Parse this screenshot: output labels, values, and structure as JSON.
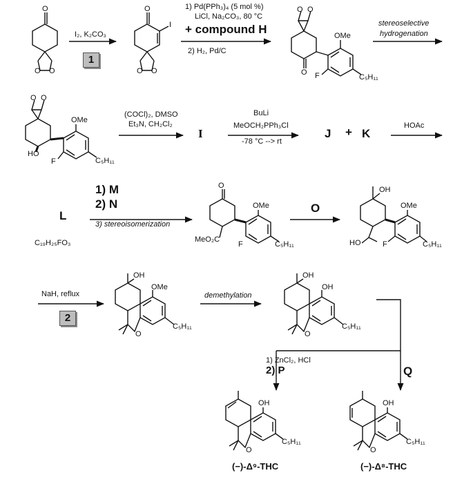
{
  "step1": {
    "reagents": "I₂, K₂CO₃",
    "box": "1"
  },
  "step2": {
    "line1": "1) Pd(PPh₃)₄ (5 mol %)",
    "line2": "LiCl, Na₂CO₃, 80 °C",
    "line3": "+ compound H",
    "line4": "2) H₂, Pd/C"
  },
  "step3": {
    "line1": "stereoselective",
    "line2": "hydrogenation"
  },
  "step4": {
    "line1": "(COCl)₂, DMSO",
    "line2": "Et₃N, CH₂Cl₂"
  },
  "step5": {
    "line1": "BuLi",
    "line2": "MeOCH₂PPh₃Cl",
    "line3": "-78 °C --> rt"
  },
  "step6": {
    "line1": "HOAc"
  },
  "step7": {
    "line1": "1) M",
    "line2": "2) N",
    "line3": "3) stereoisomerization"
  },
  "step8": {
    "line1": "O"
  },
  "step9": {
    "line1": "NaH, reflux",
    "box": "2"
  },
  "step10": {
    "line1": "demethylation"
  },
  "step11": {
    "line1": "1) ZnCl₂, HCl",
    "line2": "2) P"
  },
  "step12": {
    "line1": "Q"
  },
  "compounds": {
    "I": "I",
    "J": "J",
    "plus": "+",
    "K": "K",
    "L": "L",
    "L_formula": "C₁₉H₂₅FO₃",
    "d9": "(−)-Δ⁹-THC",
    "d8": "(−)-Δ⁸-THC"
  },
  "atoms": {
    "O": "O",
    "I": "I",
    "F": "F",
    "OMe": "OMe",
    "OH": "OH",
    "HO": "HO",
    "C5H11": "C₅H₁₁",
    "MeO2C": "MeO₂C"
  }
}
